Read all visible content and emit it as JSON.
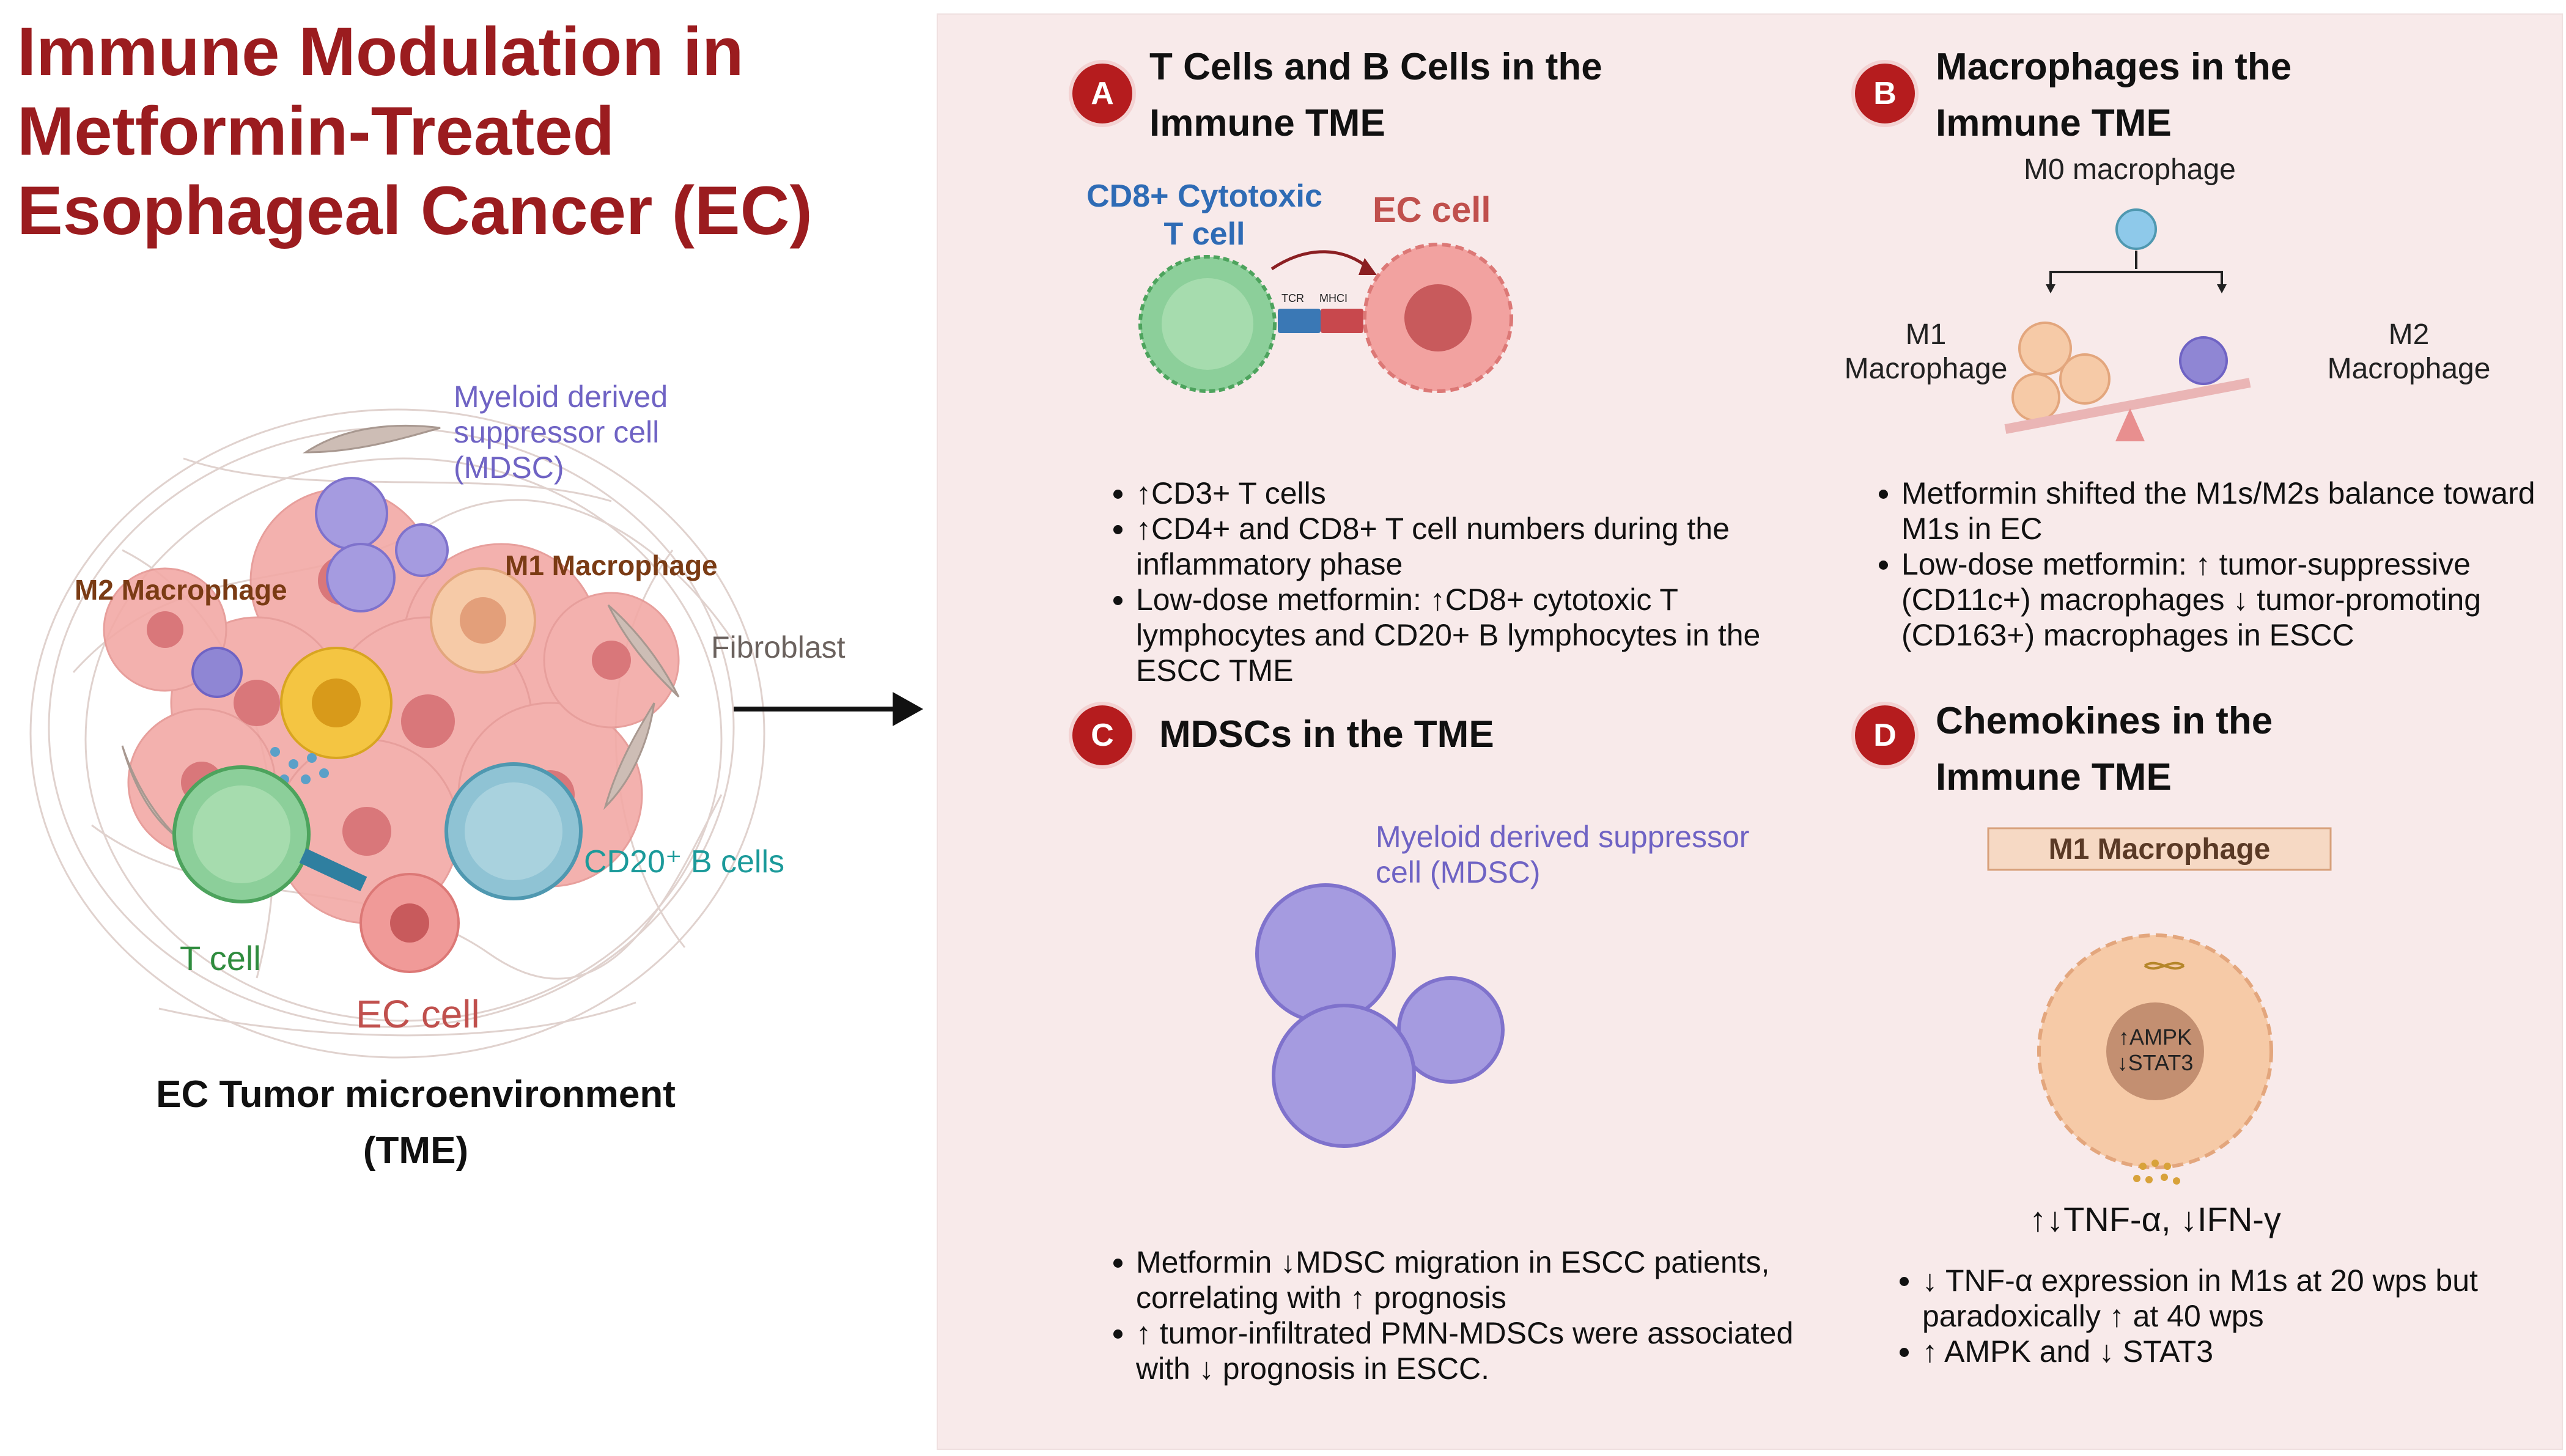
{
  "title": "Immune Modulation in Metformin-Treated Esophageal Cancer (EC)",
  "left": {
    "mdsc_label": "Myeloid derived suppressor cell (MDSC)",
    "m2_label": "M2 Macrophage",
    "m1_label": "M1 Macrophage",
    "fibroblast_label": "Fibroblast",
    "bcell_label": "CD20⁺ B cells",
    "tcell_label": "T cell",
    "ec_label": "EC cell",
    "caption": "EC Tumor microenvironment (TME)"
  },
  "colors": {
    "title_red": "#9b1c1f",
    "badge_red": "#b51c1e",
    "panel_bg": "#f8eaea",
    "mdsc_purple": "#6f63c4",
    "m_brown": "#7a3b14",
    "bcell_teal": "#1b9a9a",
    "tcell_green": "#2f8c3e",
    "ec_pink": "#c0504d",
    "cd8_blue": "#2e6bb5"
  },
  "sections": {
    "A": {
      "letter": "A",
      "title": "T Cells and B Cells in the Immune TME",
      "cd8_label": "CD8+ Cytotoxic T cell",
      "ec_label": "EC cell",
      "tcr_label": "TCR",
      "mhc_label": "MHCI",
      "bullets": [
        "↑CD3+ T cells",
        "↑CD4+ and CD8+ T cell numbers during the inflammatory phase",
        "Low-dose metformin: ↑CD8+ cytotoxic T lymphocytes and CD20+ B lymphocytes in the ESCC TME"
      ]
    },
    "B": {
      "letter": "B",
      "title": "Macrophages in the Immune TME",
      "m0_label": "M0 macrophage",
      "m1_label": "M1 Macrophage",
      "m2_label": "M2 Macrophage",
      "bullets": [
        "Metformin shifted the M1s/M2s balance toward M1s in EC",
        "Low-dose metformin: ↑ tumor-suppressive (CD11c+) macrophages ↓ tumor-promoting (CD163+) macrophages in  ESCC"
      ]
    },
    "C": {
      "letter": "C",
      "title": "MDSCs in the TME",
      "mdsc_label": "Myeloid derived suppressor cell (MDSC)",
      "bullets": [
        "Metformin ↓MDSC migration in ESCC patients, correlating with ↑ prognosis",
        "↑ tumor-infiltrated  PMN-MDSCs were associated with ↓ prognosis in ESCC."
      ]
    },
    "D": {
      "letter": "D",
      "title": "Chemokines in the Immune TME",
      "box_label": "M1 Macrophage",
      "nucleus_line1": "↑AMPK",
      "nucleus_line2": "↓STAT3",
      "cytokines": "↑↓TNF-α, ↓IFN-γ",
      "bullets": [
        "↓ TNF-α expression in M1s at 20 wps but paradoxically ↑ at 40 wps",
        "↑ AMPK and  ↓ STAT3"
      ]
    }
  }
}
